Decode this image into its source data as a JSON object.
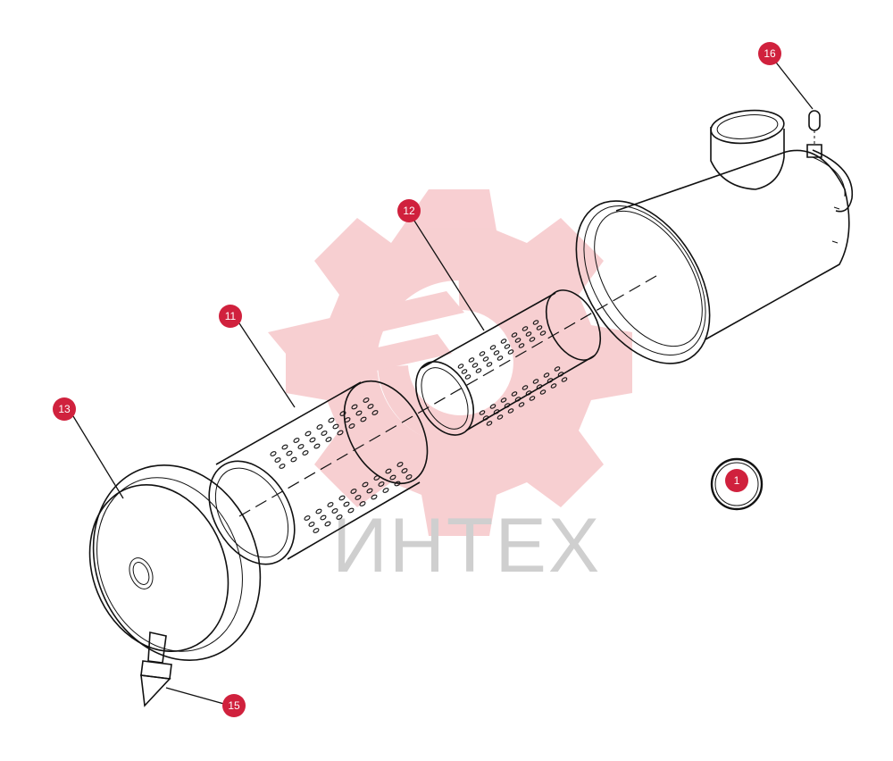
{
  "watermark": {
    "text": "ИНТЕХ",
    "color": "#f2a8ad"
  },
  "badge_color": "#d0213d",
  "callouts": [
    {
      "id": "16",
      "prefix": "1",
      "label": "16"
    },
    {
      "id": "12",
      "prefix": "1",
      "label": "12"
    },
    {
      "id": "11",
      "prefix": "1",
      "label": "11"
    },
    {
      "id": "13",
      "prefix": "1",
      "label": "13"
    },
    {
      "id": "15",
      "prefix": "1",
      "label": "15"
    },
    {
      "id": "1",
      "prefix": "",
      "label": "1"
    }
  ]
}
